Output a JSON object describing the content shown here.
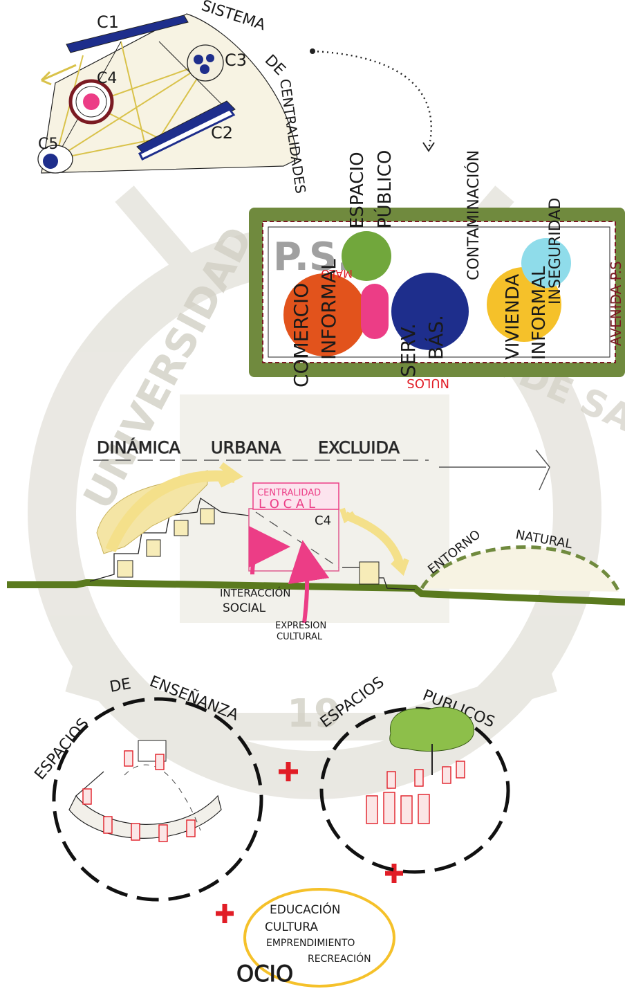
{
  "watermark": {
    "lettering": [
      "UNIVERSIDAD",
      "CATÓLICA DE SANTA MARÍA",
      "19"
    ],
    "color": "#d8d6cc"
  },
  "colors": {
    "navy": "#1e2e8c",
    "magenta": "#ec3d86",
    "maroon": "#7a1a22",
    "olive": "#708a3e",
    "orange": "#e2531c",
    "green": "#71a73c",
    "yellow": "#f5c12a",
    "cyan": "#8fdcea",
    "red": "#e11d26",
    "cream": "#f7f3e3",
    "pale_yellow": "#f4e5a5"
  },
  "sistema": {
    "title_lines": [
      "SISTEMA",
      "DE",
      "CENTRALIDADES"
    ],
    "nodes": {
      "c1": "C1",
      "c2": "C2",
      "c3": "C3",
      "c4": "C4",
      "c5": "C5"
    }
  },
  "ps": {
    "label": "P.S.",
    "espacio_lines": [
      "ESPACIO",
      "PÚBLICO"
    ],
    "malo": "MALO",
    "contaminacion": "CONTAMINACIÓN",
    "inseguridad": "INSEGURIDAD",
    "comercio_lines": [
      "COMERCIO",
      "INFORMAL"
    ],
    "servicios_lines": [
      "SERV.",
      "BÁS."
    ],
    "nulos": "NULOS",
    "vivienda_lines": [
      "VIVIENDA",
      "INFORMAL"
    ],
    "avenida": "AVENIDA P.S"
  },
  "dinamica": {
    "words": [
      "DINÁMICA",
      "URBANA",
      "EXCLUIDA"
    ],
    "centralidad": "CENTRALIDAD",
    "local": "L O C A L",
    "c4": "C4",
    "interaccion_lines": [
      "INTERACCIÓN",
      "SOCIAL"
    ],
    "expresion_lines": [
      "EXPRESION",
      "CULTURAL"
    ],
    "entorno": "ENTORNO",
    "natural": "NATURAL"
  },
  "espacios": {
    "ensenanza_words": [
      "ESPACIOS",
      "DE",
      "ENSEÑANZA"
    ],
    "publicos_words": [
      "ESPACIOS",
      "PUBLICOS"
    ]
  },
  "result": {
    "lines": [
      "EDUCACIÓN",
      "CULTURA",
      "EMPRENDIMIENTO",
      "RECREACIÓN"
    ],
    "ocio": "OCIO"
  }
}
